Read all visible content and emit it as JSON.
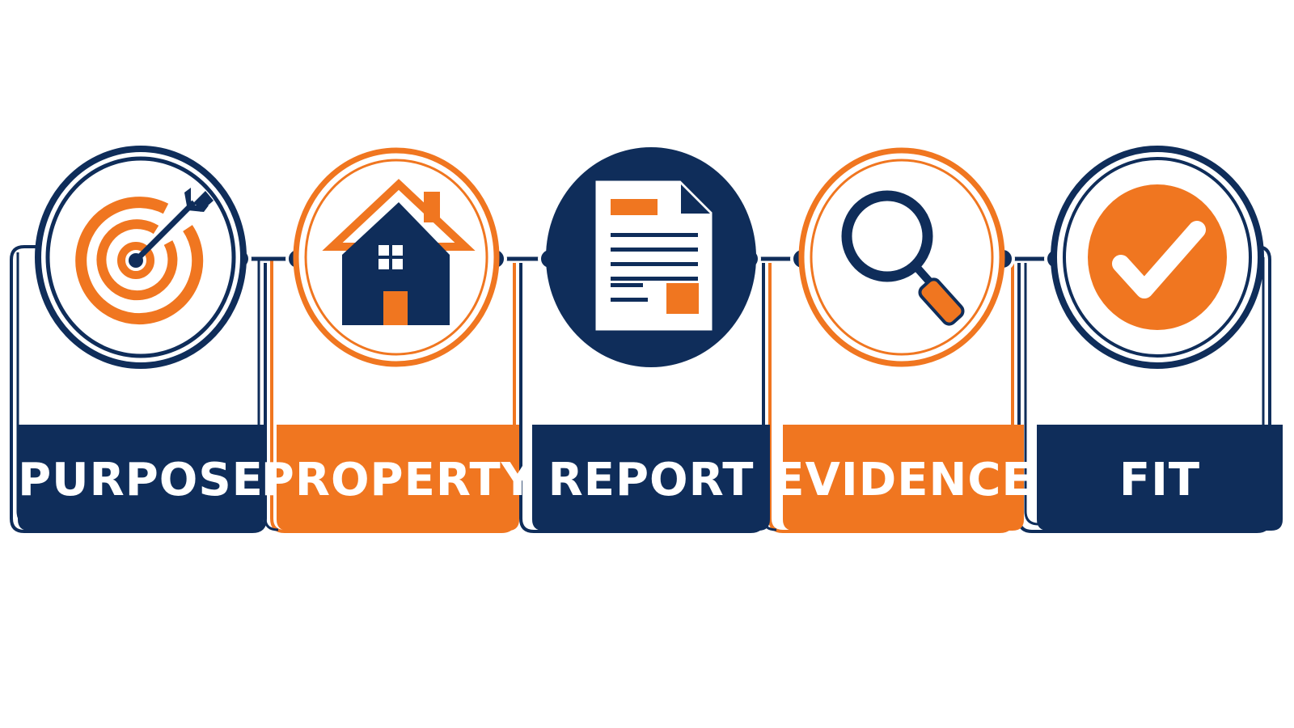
{
  "colors": {
    "navy": "#0f2d5a",
    "orange": "#f07620",
    "white": "#ffffff"
  },
  "steps": [
    {
      "label": "PURPOSE",
      "icon": "target-arrow-icon",
      "theme": "navy"
    },
    {
      "label": "PROPERTY",
      "icon": "house-icon",
      "theme": "orange"
    },
    {
      "label": "REPORT",
      "icon": "document-icon",
      "theme": "navy"
    },
    {
      "label": "EVIDENCE",
      "icon": "magnifier-icon",
      "theme": "orange"
    },
    {
      "label": "FIT",
      "icon": "checkmark-icon",
      "theme": "navy"
    }
  ]
}
